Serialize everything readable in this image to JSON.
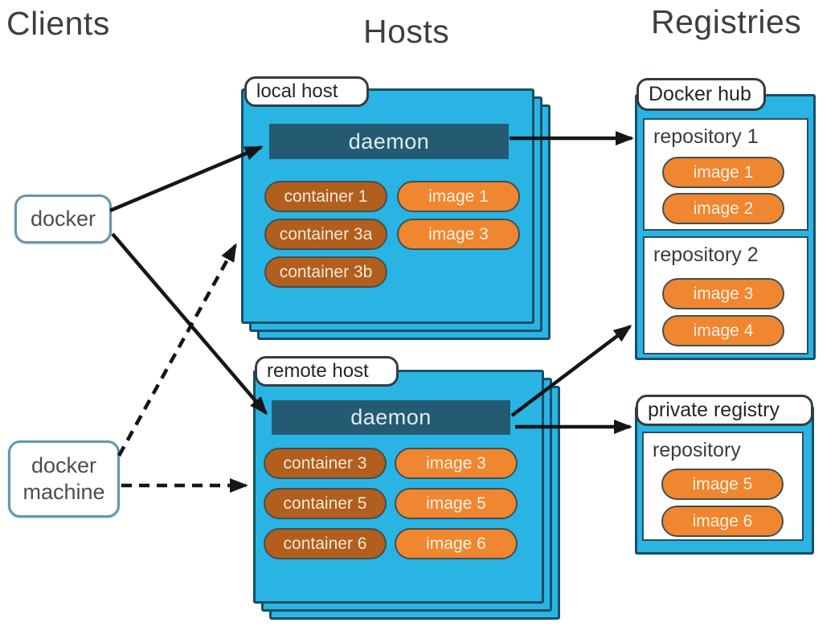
{
  "headers": {
    "clients": "Clients",
    "hosts": "Hosts",
    "registries": "Registries"
  },
  "clients": {
    "docker": {
      "label": "docker"
    },
    "docker_machine": {
      "label": "docker machine"
    }
  },
  "hosts": {
    "local": {
      "title": "local host",
      "daemon_label": "daemon",
      "containers": [
        "container 1",
        "container 3a",
        "container 3b"
      ],
      "images": [
        "image 1",
        "image 3"
      ]
    },
    "remote": {
      "title": "remote host",
      "daemon_label": "daemon",
      "containers": [
        "container 3",
        "container 5",
        "container 6"
      ],
      "images": [
        "image 3",
        "image 5",
        "image 6"
      ]
    }
  },
  "registries": {
    "docker_hub": {
      "title": "Docker hub",
      "repositories": [
        {
          "title": "repository 1",
          "images": [
            "image 1",
            "image 2"
          ]
        },
        {
          "title": "repository 2",
          "images": [
            "image 3",
            "image 4"
          ]
        }
      ]
    },
    "private_registry": {
      "title": "private registry",
      "repositories": [
        {
          "title": "repository",
          "images": [
            "image 5",
            "image 6"
          ]
        }
      ]
    }
  },
  "colors": {
    "host_fill": "#29b4e4",
    "host_border": "#174f68",
    "daemon_fill": "#255b72",
    "container_fill": "#b15e1e",
    "image_fill": "#f08630",
    "label_bg": "#ffffff",
    "client_border": "#6695ad",
    "arrow": "#161616"
  }
}
